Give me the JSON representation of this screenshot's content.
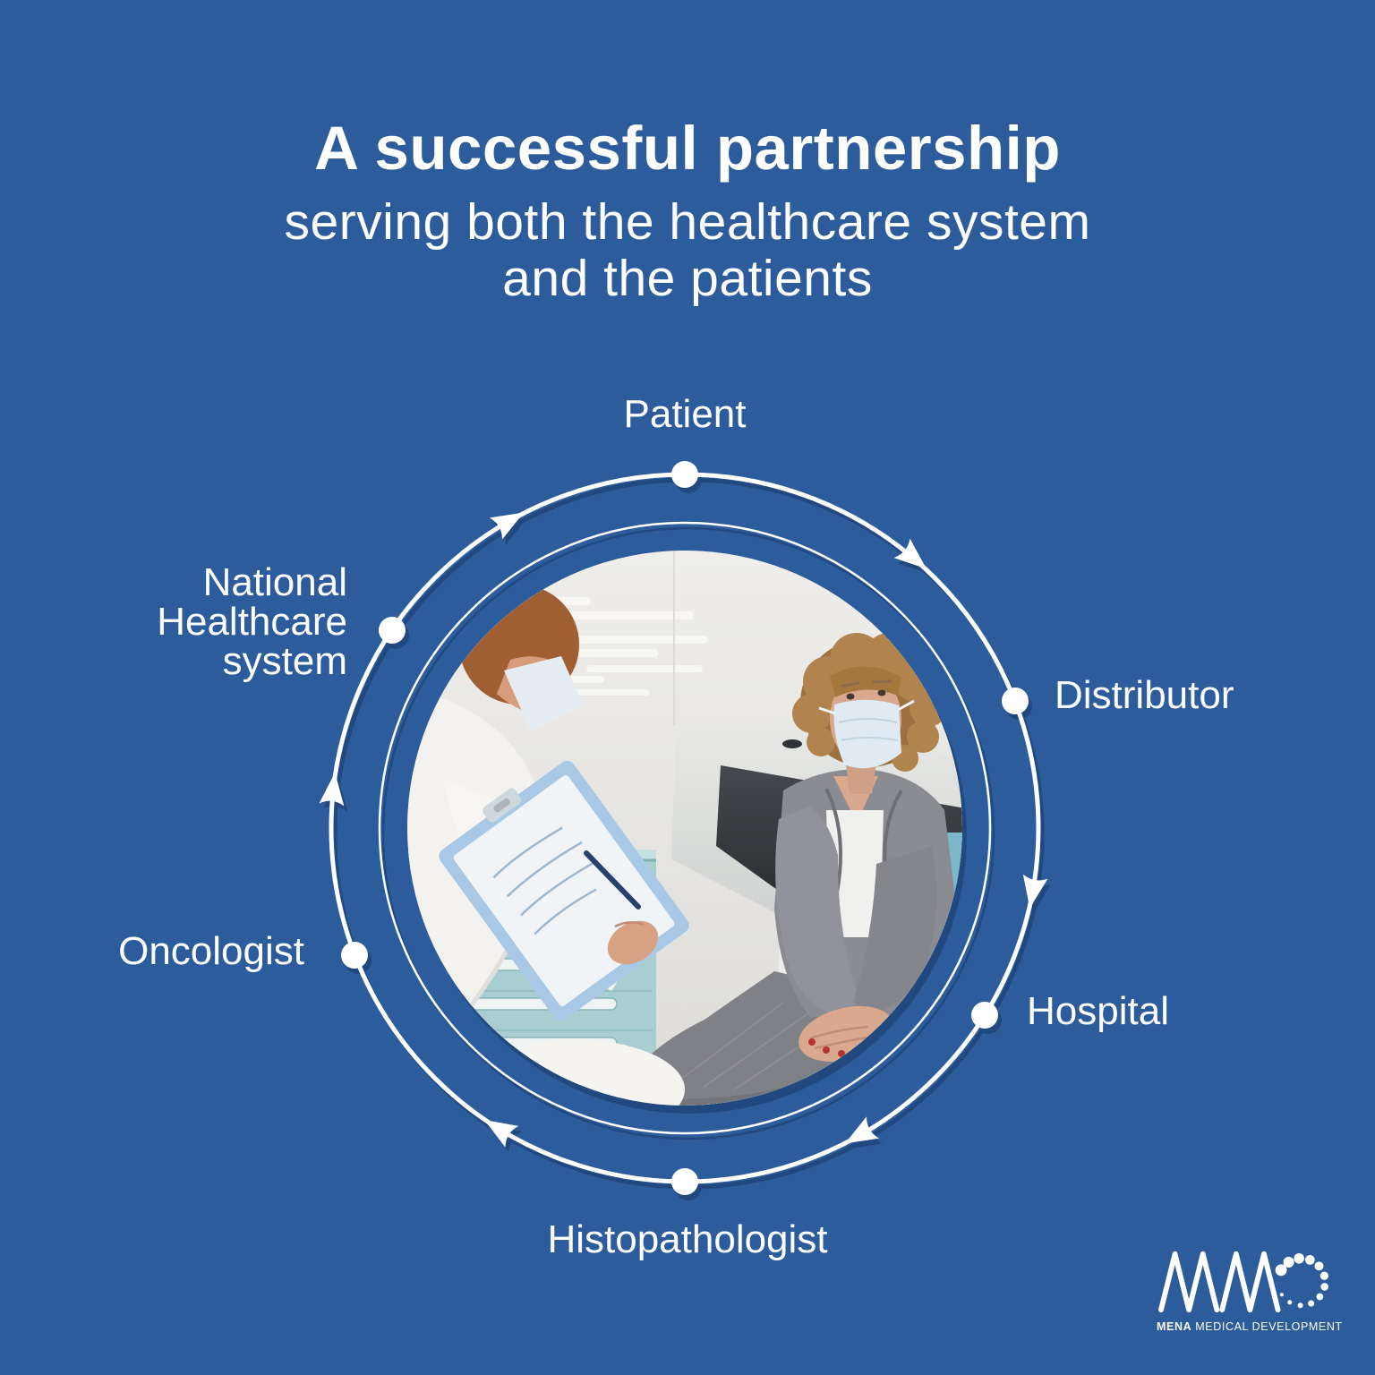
{
  "colors": {
    "background": "#2d5c9c",
    "ring": "#ffffff",
    "ring_shadow": "rgba(17,42,84,0.38)",
    "text": "#ffffff"
  },
  "title": {
    "heading": "A successful partnership",
    "subheading_line1": "serving both the healthcare system",
    "subheading_line2": "and the patients"
  },
  "cycle": {
    "direction": "clockwise",
    "nodes": [
      {
        "label": "Patient"
      },
      {
        "label": "Distributor"
      },
      {
        "label": "Hospital"
      },
      {
        "label": "Histopathologist"
      },
      {
        "label": "Oncologist"
      },
      {
        "label": "National Healthcare system"
      }
    ]
  },
  "logo": {
    "monogram": "MM",
    "brand_primary": "MENA",
    "brand_secondary": "MEDICAL DEVELOPMENT"
  }
}
